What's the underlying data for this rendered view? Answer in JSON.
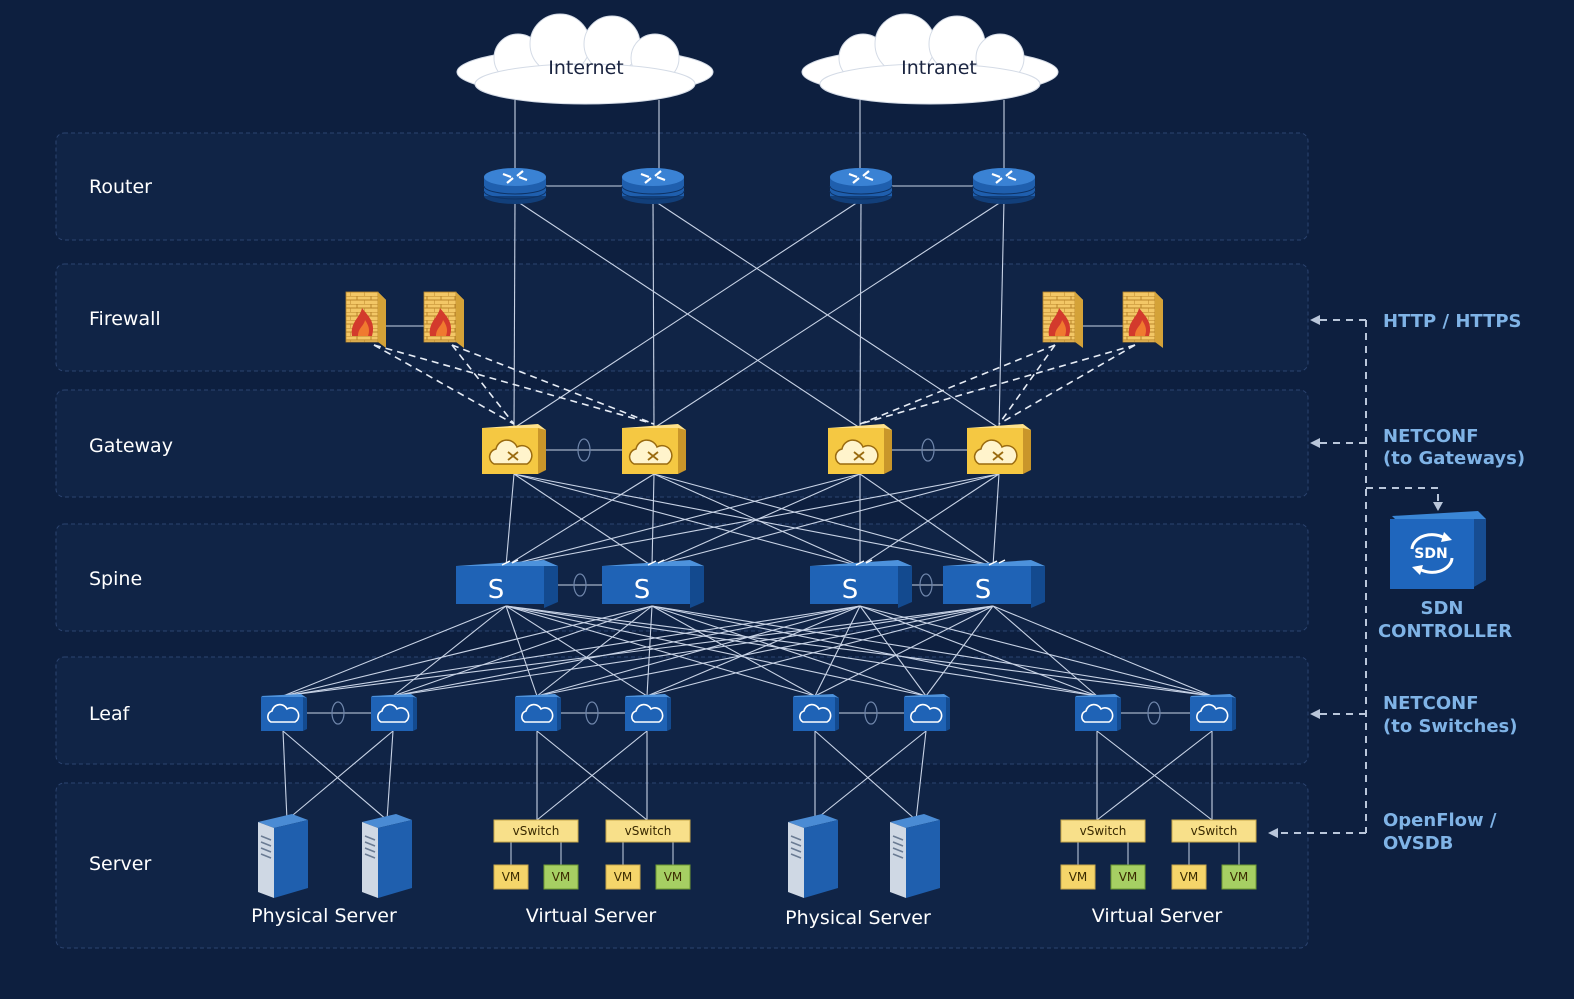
{
  "clouds": [
    "Internet",
    "Intranet"
  ],
  "tiers": [
    "Router",
    "Firewall",
    "Gateway",
    "Spine",
    "Leaf",
    "Server"
  ],
  "spine_symbol": "S",
  "server_captions": [
    "Physical Server",
    "Virtual Server",
    "Physical Server",
    "Virtual Server"
  ],
  "vswitch_label": "vSwitch",
  "vm_label": "VM",
  "controller": {
    "badge": "SDN",
    "line1": "SDN",
    "line2": "CONTROLLER"
  },
  "protocols": [
    {
      "line1": "HTTP / HTTPS",
      "line2": ""
    },
    {
      "line1": "NETCONF",
      "line2": "(to Gateways)"
    },
    {
      "line1": "NETCONF",
      "line2": "(to Switches)"
    },
    {
      "line1": "OpenFlow /",
      "line2": "OVSDB"
    }
  ],
  "colors": {
    "background": "#0d1f3f",
    "tier_panel": "#14284c",
    "link": "#c8d3e6",
    "device_blue": "#1e5fae",
    "gateway_yellow": "#f5c842",
    "vswitch_yellow": "#f8e08a",
    "vm_yellow": "#f5d56a",
    "vm_green": "#a6cf63",
    "protocol_text": "#7fb3e6",
    "firewall_red": "#d33a2c"
  },
  "icons": [
    "cloud-icon",
    "router-icon",
    "firewall-icon",
    "gateway-icon",
    "spine-switch-icon",
    "leaf-switch-icon",
    "server-tower-icon",
    "sdn-controller-icon"
  ]
}
